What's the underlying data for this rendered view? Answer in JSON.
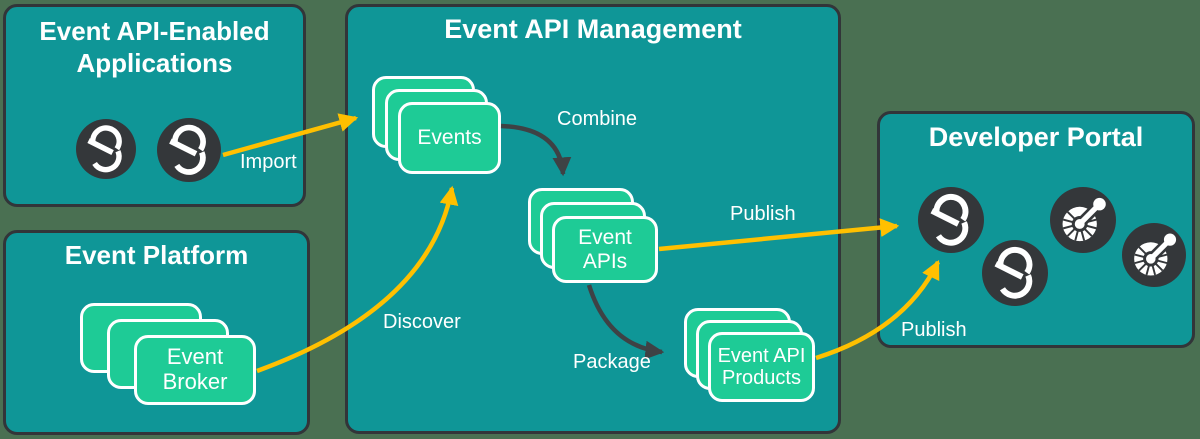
{
  "colors": {
    "page_background": "#4a7052",
    "panel_fill": "#0f9697",
    "panel_border": "#323539",
    "card_fill": "#1ecb96",
    "card_border": "#ffffff",
    "arrow_yellow": "#ffc000",
    "arrow_dark": "#3e4245",
    "icon_circle_fill": "#34373a",
    "text": "#ffffff"
  },
  "panels": {
    "applications": {
      "title": "Event API-Enabled Applications"
    },
    "event_platform": {
      "title": "Event Platform"
    },
    "api_management": {
      "title": "Event API Management"
    },
    "developer_portal": {
      "title": "Developer Portal"
    }
  },
  "stacks": {
    "event_broker": {
      "label": "Event Broker",
      "count": 3
    },
    "events": {
      "label": "Events",
      "count": 3
    },
    "event_apis": {
      "label": "Event APIs",
      "count": 3
    },
    "event_api_products": {
      "label": "Event API Products",
      "count": 3
    }
  },
  "arrow_labels": {
    "import": "Import",
    "discover": "Discover",
    "combine": "Combine",
    "package": "Package",
    "publish_apis": "Publish",
    "publish_products": "Publish"
  },
  "icons": {
    "applications": [
      "solace-logo",
      "solace-logo"
    ],
    "developer_portal": [
      "solace-logo",
      "solace-logo",
      "openapi-logo",
      "openapi-logo"
    ]
  }
}
